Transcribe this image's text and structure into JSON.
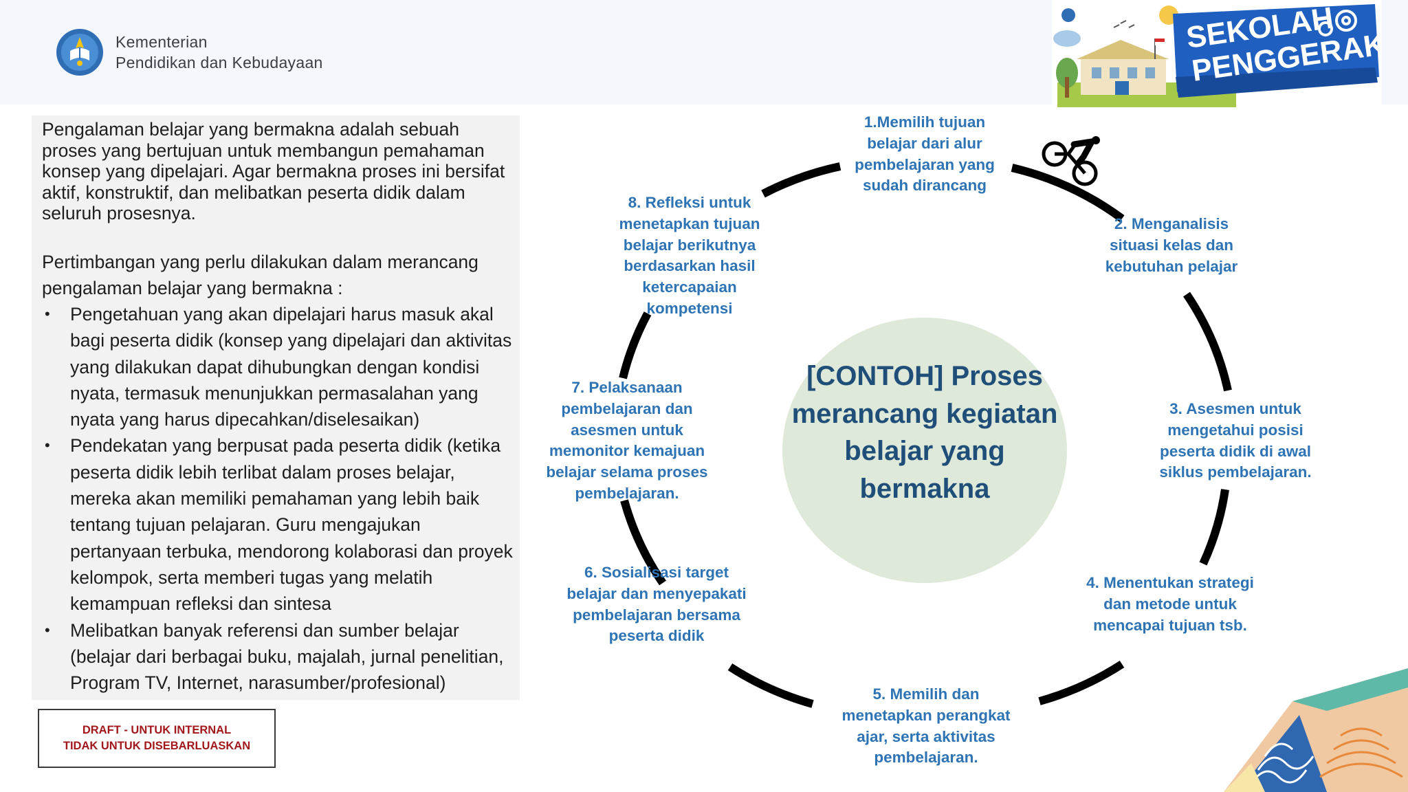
{
  "header": {
    "ministry_line1": "Kementerian",
    "ministry_line2": "Pendidikan dan Kebudayaan",
    "banner_line1": "SEKOLAH",
    "banner_line2": "PENGGERAK"
  },
  "left_panel": {
    "intro": "Pengalaman belajar yang bermakna adalah sebuah proses yang bertujuan untuk membangun pemahaman konsep yang dipelajari. Agar bermakna proses  ini bersifat aktif, konstruktif, dan melibatkan peserta didik dalam seluruh prosesnya.",
    "considerations_heading": "Pertimbangan yang perlu dilakukan dalam merancang pengalaman belajar yang bermakna :",
    "bullets": [
      "Pengetahuan yang akan dipelajari harus masuk akal bagi peserta didik (konsep yang dipelajari dan aktivitas yang dilakukan dapat dihubungkan dengan kondisi nyata, termasuk menunjukkan permasalahan yang nyata yang harus dipecahkan/diselesaikan)",
      "Pendekatan yang berpusat pada peserta didik (ketika peserta didik lebih terlibat dalam proses belajar, mereka akan memiliki pemahaman yang lebih baik tentang tujuan pelajaran. Guru mengajukan pertanyaan terbuka, mendorong kolaborasi dan proyek kelompok, serta memberi tugas yang melatih kemampuan refleksi dan sintesa",
      "Melibatkan banyak referensi dan sumber belajar (belajar dari berbagai buku, majalah, jurnal penelitian, Program TV, Internet, narasumber/profesional)"
    ]
  },
  "draft_notice": {
    "line1": "DRAFT - UNTUK INTERNAL",
    "line2": "TIDAK UNTUK DISEBARLUASKAN"
  },
  "cycle": {
    "center_title": "[CONTOH] Proses merancang kegiatan belajar yang bermakna",
    "steps": [
      "1.Memilih  tujuan belajar dari alur pembelajaran yang sudah dirancang",
      "2. Menganalisis situasi kelas dan kebutuhan pelajar",
      "3. Asesmen untuk mengetahui posisi peserta didik di awal siklus pembelajaran.",
      "4. Menentukan strategi dan metode untuk  mencapai tujuan tsb.",
      "5. Memilih dan menetapkan perangkat ajar, serta aktivitas pembelajaran.",
      "6. Sosialisasi target belajar dan menyepakati pembelajaran bersama peserta didik",
      "7. Pelaksanaan pembelajaran dan asesmen untuk memonitor kemajuan belajar  selama proses pembelajaran.",
      "8. Refleksi untuk menetapkan tujuan belajar berikutnya berdasarkan hasil ketercapaian kompetensi"
    ]
  },
  "colors": {
    "step_text": "#2e74b5",
    "center_text": "#1f4e79",
    "center_fill": "#dfe9d9",
    "draft_text": "#a2171c",
    "banner_blue": "#1f5fbf"
  },
  "icons": [
    "ministry-emblem-icon",
    "cyclist-icon",
    "school-building-icon",
    "gear-icon"
  ]
}
